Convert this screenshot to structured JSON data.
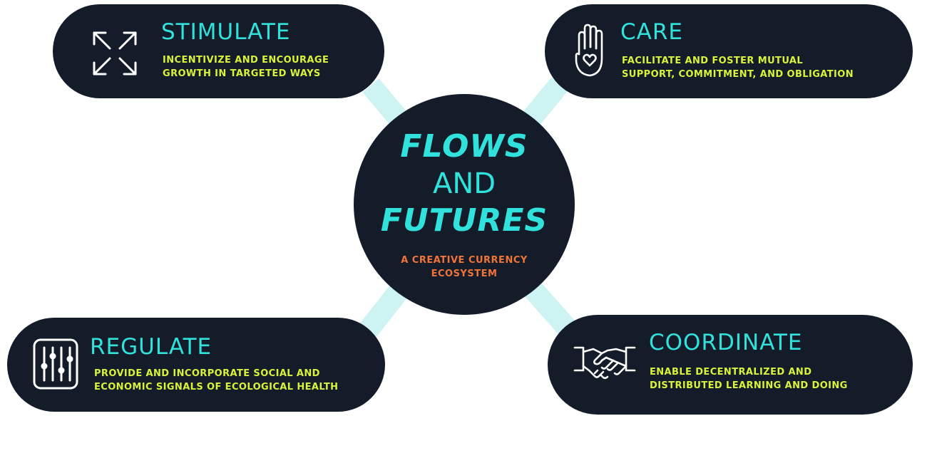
{
  "colors": {
    "background": "#ffffff",
    "dark": "#141c2a",
    "connector": "#cdf3f3",
    "heading": "#31e2dc",
    "description": "#d9f23a",
    "subtitle": "#f0733a",
    "icon": "#ffffff"
  },
  "hub": {
    "line1": "FLOWS",
    "line2": "AND",
    "line3": "FUTURES",
    "subtitle_line1": "A CREATIVE CURRENCY",
    "subtitle_line2": "ECOSYSTEM"
  },
  "nodes": {
    "stimulate": {
      "icon": "expand-arrows-icon",
      "title": "STIMULATE",
      "desc_line1": "INCENTIVIZE AND ENCOURAGE",
      "desc_line2": "GROWTH IN TARGETED WAYS"
    },
    "care": {
      "icon": "hand-heart-icon",
      "title": "CARE",
      "desc_line1": "FACILITATE AND FOSTER MUTUAL",
      "desc_line2": "SUPPORT, COMMITMENT, AND OBLIGATION"
    },
    "regulate": {
      "icon": "sliders-icon",
      "title": "REGULATE",
      "desc_line1": "PROVIDE AND INCORPORATE SOCIAL AND",
      "desc_line2": "ECONOMIC SIGNALS OF ECOLOGICAL HEALTH"
    },
    "coordinate": {
      "icon": "handshake-icon",
      "title": "COORDINATE",
      "desc_line1": "ENABLE DECENTRALIZED AND",
      "desc_line2": "DISTRIBUTED LEARNING AND DOING"
    }
  }
}
